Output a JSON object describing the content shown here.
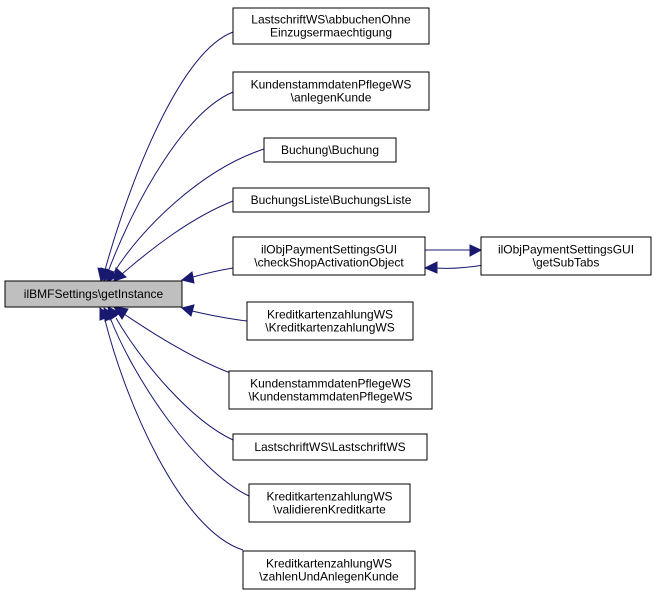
{
  "graph": {
    "nodes": [
      {
        "id": "root",
        "lines": [
          "ilBMFSettings\\getInstance"
        ]
      },
      {
        "id": "n1",
        "lines": [
          "LastschriftWS\\abbuchenOhne",
          "Einzugsermaechtigung"
        ]
      },
      {
        "id": "n2",
        "lines": [
          "KundenstammdatenPflegeWS",
          "\\anlegenKunde"
        ]
      },
      {
        "id": "n3",
        "lines": [
          "Buchung\\Buchung"
        ]
      },
      {
        "id": "n4",
        "lines": [
          "BuchungsListe\\BuchungsListe"
        ]
      },
      {
        "id": "n5",
        "lines": [
          "ilObjPaymentSettingsGUI",
          "\\checkShopActivationObject"
        ]
      },
      {
        "id": "n6",
        "lines": [
          "ilObjPaymentSettingsGUI",
          "\\getSubTabs"
        ]
      },
      {
        "id": "n7",
        "lines": [
          "KreditkartenzahlungWS",
          "\\KreditkartenzahlungWS"
        ]
      },
      {
        "id": "n8",
        "lines": [
          "KundenstammdatenPflegeWS",
          "\\KundenstammdatenPflegeWS"
        ]
      },
      {
        "id": "n9",
        "lines": [
          "LastschriftWS\\LastschriftWS"
        ]
      },
      {
        "id": "n10",
        "lines": [
          "KreditkartenzahlungWS",
          "\\validierenKreditkarte"
        ]
      },
      {
        "id": "n11",
        "lines": [
          "KreditkartenzahlungWS",
          "\\zahlenUndAnlegenKunde"
        ]
      }
    ],
    "edges": [
      {
        "from": "n1",
        "to": "root"
      },
      {
        "from": "n2",
        "to": "root"
      },
      {
        "from": "n3",
        "to": "root"
      },
      {
        "from": "n4",
        "to": "root"
      },
      {
        "from": "n5",
        "to": "root"
      },
      {
        "from": "n7",
        "to": "root"
      },
      {
        "from": "n8",
        "to": "root"
      },
      {
        "from": "n9",
        "to": "root"
      },
      {
        "from": "n10",
        "to": "root"
      },
      {
        "from": "n11",
        "to": "root"
      },
      {
        "from": "n6",
        "to": "n5"
      },
      {
        "from": "n5",
        "to": "n6"
      }
    ],
    "colors": {
      "edge": "#191970",
      "root_fill": "#bfbfbf",
      "node_fill": "#ffffff",
      "border": "#000000"
    }
  }
}
